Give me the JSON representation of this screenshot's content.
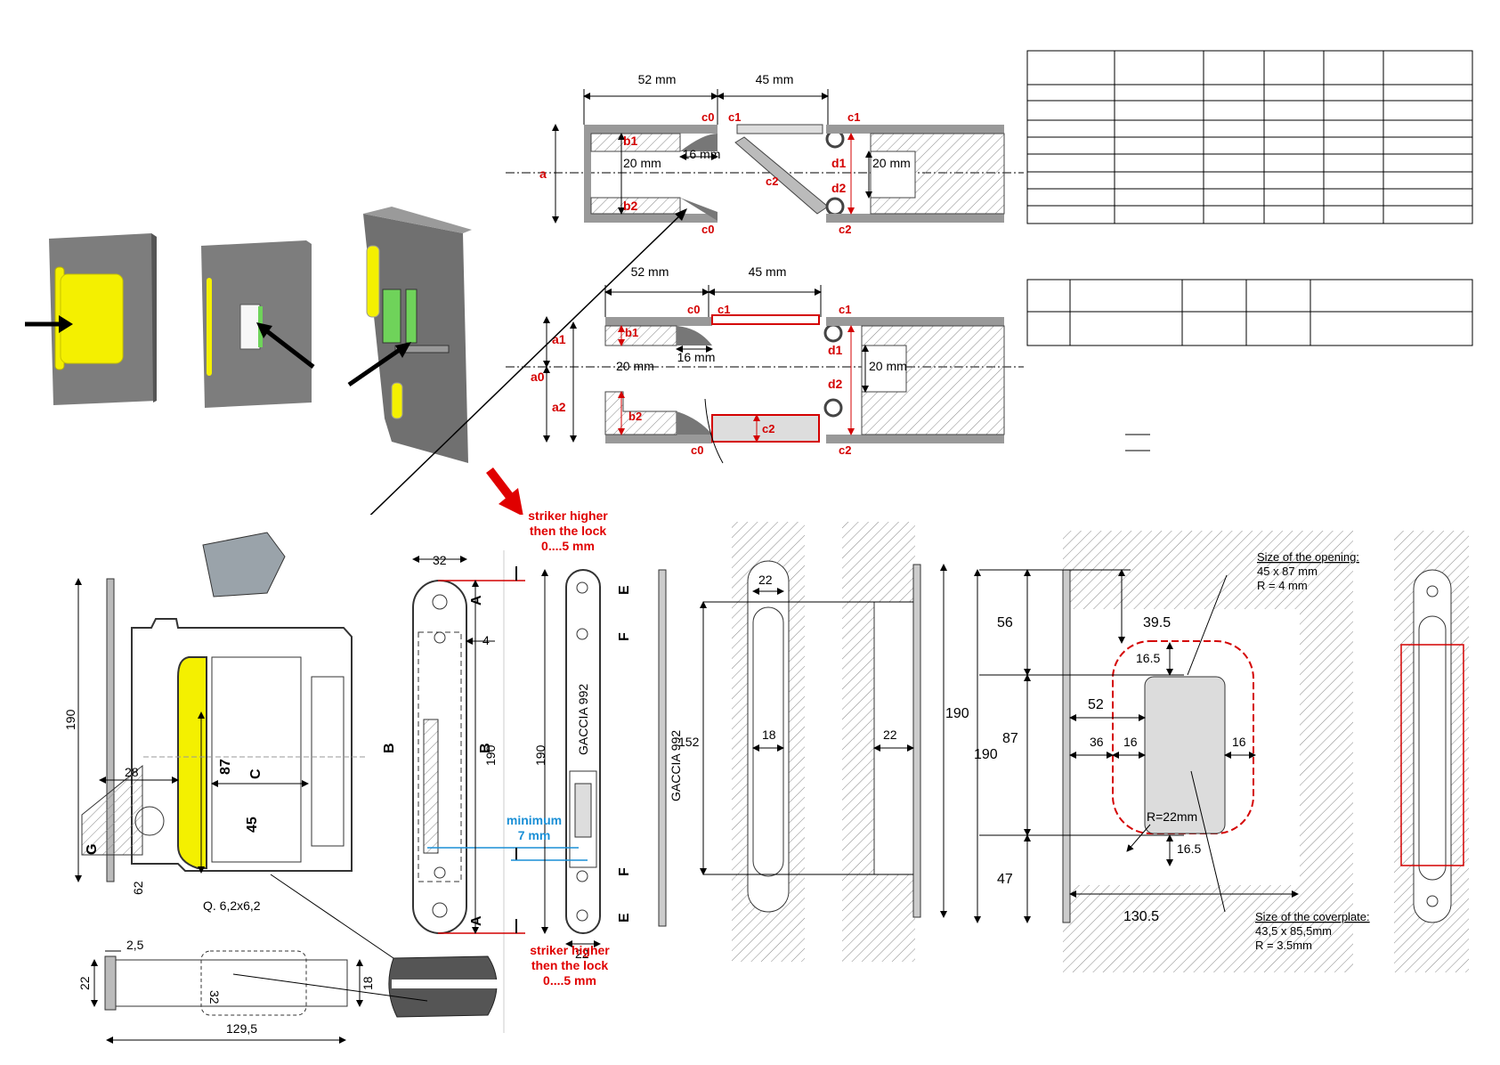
{
  "colors": {
    "red": "#d40000",
    "blue": "#1a8fd6",
    "yellow": "#f4f000",
    "green": "#6fd35a",
    "grey": "#8a8a8a",
    "lightgrey": "#d9d9d9"
  },
  "top_diagram_1": {
    "dim_left": "52 mm",
    "dim_right": "45 mm",
    "dim_inner": "16 mm",
    "dim_gap_left": "20 mm",
    "dim_gap_right": "20 mm",
    "label_a": "a",
    "label_b1": "b1",
    "label_b2": "b2",
    "label_c0_top": "c0",
    "label_c0_bottom": "c0",
    "label_c1_left": "c1",
    "label_c1_right": "c1",
    "label_c2_mid": "c2",
    "label_c2_bottom": "c2",
    "label_d1": "d1",
    "label_d2": "d2"
  },
  "top_diagram_2": {
    "dim_left": "52 mm",
    "dim_right": "45 mm",
    "dim_inner": "16 mm",
    "dim_gap_left": "20 mm",
    "dim_gap_right": "20 mm",
    "label_a1": "a1",
    "label_a0": "a0",
    "label_a2": "a2",
    "label_b1": "b1",
    "label_b2": "b2",
    "label_c0_top": "c0",
    "label_c0_bottom": "c0",
    "label_c1_left": "c1",
    "label_c1_right": "c1",
    "label_c2_box": "c2",
    "label_c2_bottom": "c2",
    "label_d1": "d1",
    "label_d2": "d2"
  },
  "lock_drawing": {
    "dim_190": "190",
    "dim_28": "28",
    "dim_87": "87",
    "dim_45": "45",
    "dim_62": "62",
    "label_C": "C",
    "label_G": "G",
    "hole": "Q. 6,2x6,2",
    "dim_2_5": "2,5",
    "dim_22": "22",
    "dim_32": "32",
    "dim_18": "18",
    "dim_129_5": "129,5"
  },
  "striker_drawing": {
    "dim_32": "32",
    "dim_4": "4",
    "dim_190_a": "190",
    "dim_190_b": "190",
    "dim_22": "22",
    "label_A": "A",
    "label_B": "B",
    "label_E": "E",
    "label_F": "F",
    "engraving": "GACCIA 992",
    "note_top_1": "striker higher",
    "note_top_2": "then the lock",
    "note_top_3": "0....5 mm",
    "note_min_1": "minimum",
    "note_min_2": "7 mm",
    "note_bot_1": "striker higher",
    "note_bot_2": "then the lock",
    "note_bot_3": "0....5 mm"
  },
  "frame_section": {
    "dim_22_top": "22",
    "dim_18": "18",
    "dim_152": "152",
    "dim_22_mid": "22",
    "dim_190": "190"
  },
  "opening_drawing": {
    "dim_190": "190",
    "dim_56": "56",
    "dim_87": "87",
    "dim_47": "47",
    "dim_39_5": "39.5",
    "dim_16_5_top": "16.5",
    "dim_52": "52",
    "dim_36": "36",
    "dim_16_left": "16",
    "dim_16_right": "16",
    "dim_R22": "R=22mm",
    "dim_16_5_bottom": "16.5",
    "dim_130_5": "130.5",
    "opening_title": "Size of the opening:",
    "opening_line1": "45 x 87 mm",
    "opening_line2": "R = 4 mm",
    "cover_title": "Size of the coverplate:",
    "cover_line1": "43,5 x 85,5mm",
    "cover_line2": "R = 3.5mm"
  }
}
